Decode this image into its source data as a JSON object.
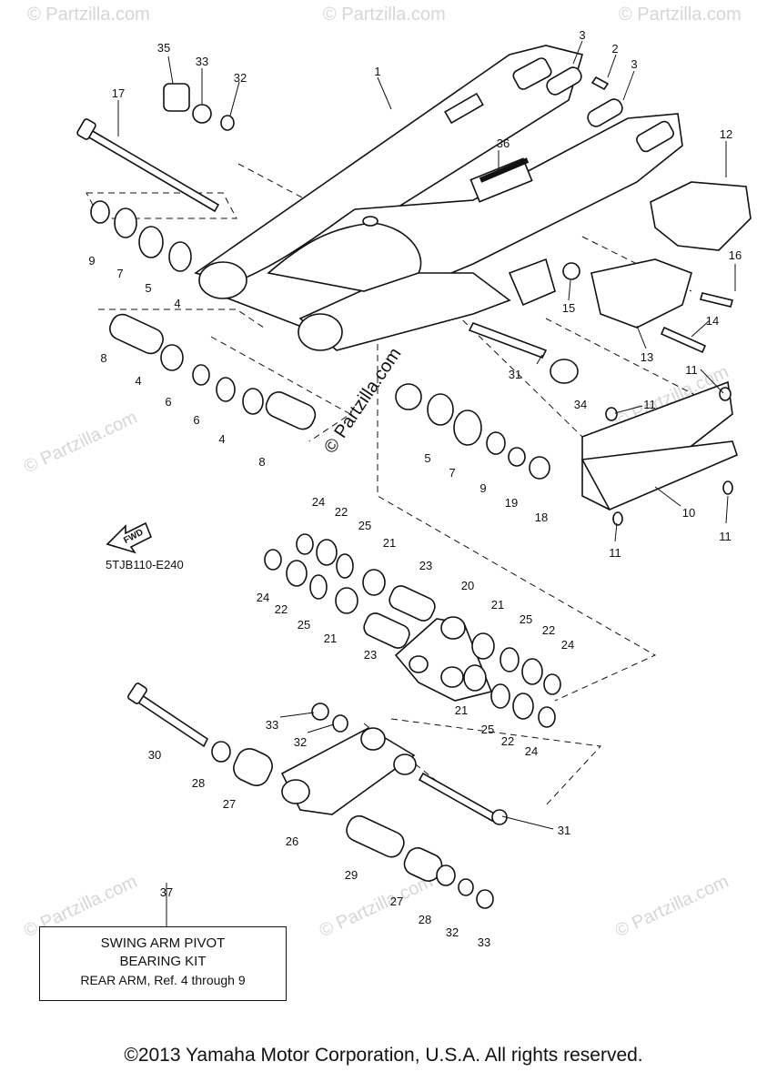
{
  "watermarks": {
    "center": "© Partzilla.com",
    "faint": "© Partzilla.com"
  },
  "diagram_code": "5TJB110-E240",
  "fwd_label": "FWD",
  "kit_box": {
    "number": "37",
    "line1": "SWING ARM PIVOT",
    "line2": "BEARING KIT",
    "line3": "REAR ARM, Ref. 4 through 9"
  },
  "copyright": "©2013 Yamaha Motor Corporation, U.S.A. All rights reserved.",
  "callouts": {
    "c1": "1",
    "c2": "2",
    "c3a": "3",
    "c3b": "3",
    "c4a": "4",
    "c4b": "4",
    "c4c": "4",
    "c5a": "5",
    "c5b": "5",
    "c6a": "6",
    "c6b": "6",
    "c7a": "7",
    "c7b": "7",
    "c8a": "8",
    "c8b": "8",
    "c9a": "9",
    "c9b": "9",
    "c10": "10",
    "c11a": "11",
    "c11b": "11",
    "c11c": "11",
    "c11d": "11",
    "c12": "12",
    "c13": "13",
    "c14": "14",
    "c15": "15",
    "c16": "16",
    "c17": "17",
    "c18": "18",
    "c19": "19",
    "c20": "20",
    "c21a": "21",
    "c21b": "21",
    "c21c": "21",
    "c21d": "21",
    "c22a": "22",
    "c22b": "22",
    "c22c": "22",
    "c22d": "22",
    "c23a": "23",
    "c23b": "23",
    "c24a": "24",
    "c24b": "24",
    "c24c": "24",
    "c24d": "24",
    "c25a": "25",
    "c25b": "25",
    "c25c": "25",
    "c25d": "25",
    "c26": "26",
    "c27a": "27",
    "c27b": "27",
    "c28a": "28",
    "c28b": "28",
    "c29": "29",
    "c30": "30",
    "c31a": "31",
    "c31b": "31",
    "c32a": "32",
    "c32b": "32",
    "c32c": "32",
    "c33a": "33",
    "c33b": "33",
    "c33c": "33",
    "c34": "34",
    "c35": "35",
    "c36": "36"
  }
}
